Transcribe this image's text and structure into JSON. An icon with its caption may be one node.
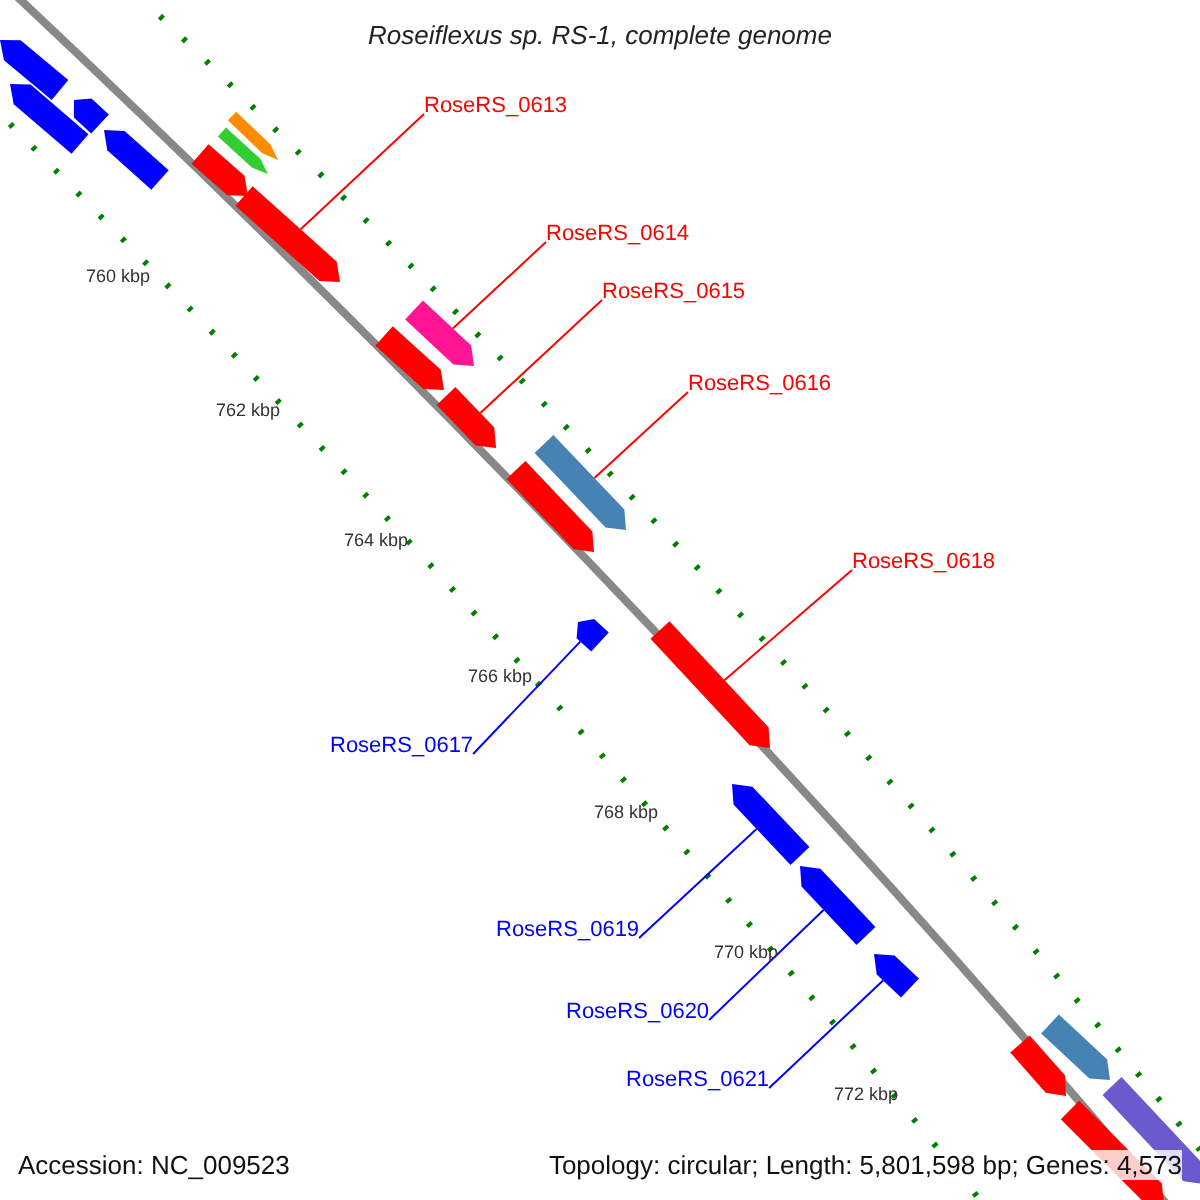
{
  "diagram": {
    "title": "Roseiflexus sp. RS-1, complete genome",
    "nodes": [
      {
        "text": [
          "RoseRS_0613"
        ]
      },
      {
        "text": [
          "RoseRS_0614"
        ]
      },
      {
        "text": [
          "RoseRS_0615"
        ]
      },
      {
        "text": [
          "RoseRS_0616"
        ]
      },
      {
        "text": [
          "RoseRS_0618"
        ]
      },
      {
        "text": [
          "RoseRS_0617"
        ]
      },
      {
        "text": [
          "RoseRS_0619"
        ]
      },
      {
        "text": [
          "RoseRS_0620"
        ]
      },
      {
        "text": [
          "RoseRS_0621"
        ]
      },
      {
        "text": [],
        "shape": "box"
      },
      {
        "text": [],
        "shape": "box"
      },
      {
        "text": [],
        "shape": "box"
      },
      {
        "text": [],
        "shape": "box"
      },
      {
        "text": [],
        "shape": "box"
      },
      {
        "text": [],
        "shape": "box"
      },
      {
        "text": [],
        "shape": "box"
      },
      {
        "text": [],
        "shape": "box"
      },
      {
        "text": [],
        "shape": "box"
      },
      {
        "text": [],
        "shape": "box"
      },
      {
        "text": [],
        "shape": "box"
      },
      {
        "text": [],
        "shape": "box"
      },
      {
        "text": [],
        "shape": "box"
      },
      {
        "text": [],
        "shape": "box"
      },
      {
        "text": [],
        "shape": "box"
      },
      {
        "text": [],
        "shape": "box"
      },
      {
        "text": [],
        "shape": "box"
      },
      {
        "text": [],
        "shape": "box"
      },
      {
        "text": [],
        "shape": "box"
      },
      {
        "text": [],
        "shape": "box"
      },
      {
        "text": [],
        "shape": "box"
      },
      {
        "text": [],
        "shape": "box"
      }
    ],
    "edges": [
      {
        "from": 0,
        "to": 16,
        "arrow": "none",
        "color": "#ff0000"
      },
      {
        "from": 1,
        "to": 17,
        "arrow": "none",
        "color": "#ff0000"
      },
      {
        "from": 2,
        "to": 19,
        "arrow": "none",
        "color": "#ff0000"
      },
      {
        "from": 3,
        "to": 20,
        "arrow": "none",
        "color": "#ff0000"
      },
      {
        "from": 4,
        "to": 23,
        "arrow": "none",
        "color": "#ff0000"
      },
      {
        "from": 5,
        "to": 22,
        "arrow": "none",
        "color": "#0000ff"
      },
      {
        "from": 6,
        "to": 24,
        "arrow": "none",
        "color": "#0000ff"
      },
      {
        "from": 7,
        "to": 25,
        "arrow": "none",
        "color": "#0000ff"
      },
      {
        "from": 8,
        "to": 26,
        "arrow": "none",
        "color": "#0000ff"
      }
    ],
    "labels": [
      "760 kbp",
      "762 kbp",
      "764 kbp",
      "766 kbp",
      "768 kbp",
      "770 kbp",
      "772 kbp",
      "Accession: NC_009523",
      "Topology: circular; Length: 5,801,598 bp; Genes: 4,573"
    ]
  }
}
